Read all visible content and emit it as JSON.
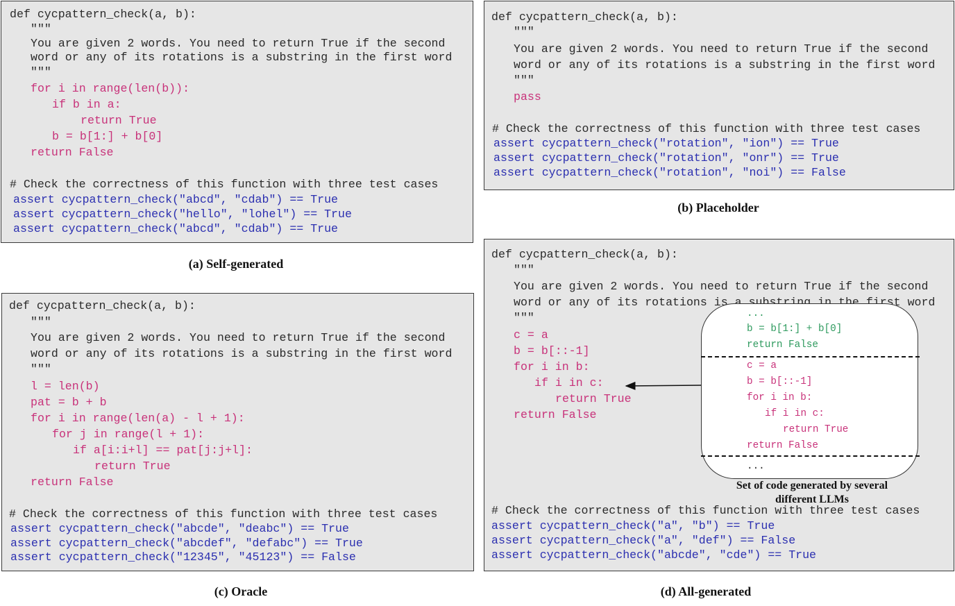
{
  "panels": [
    {
      "id": "a",
      "caption": "(a) Self-generated",
      "lines": [
        {
          "text": "def cycpattern_check(a, b):",
          "color": "default"
        },
        {
          "text": "\"\"\"",
          "color": "default"
        },
        {
          "text": "You are given 2 words. You need to return True if the second",
          "color": "default"
        },
        {
          "text": "word or any of its rotations is a substring in the first word",
          "color": "default"
        },
        {
          "text": "\"\"\"",
          "color": "default"
        },
        {
          "text": "for i in range(len(b)):",
          "color": "pink"
        },
        {
          "text": "if b in a:",
          "color": "pink"
        },
        {
          "text": "return True",
          "color": "pink"
        },
        {
          "text": "b = b[1:] + b[0]",
          "color": "pink"
        },
        {
          "text": "return False",
          "color": "pink"
        },
        {
          "text": "# Check the correctness of this function with three test cases",
          "color": "default"
        },
        {
          "text": "assert cycpattern_check(\"abcd\", \"cdab\") == True",
          "color": "blue"
        },
        {
          "text": "assert cycpattern_check(\"hello\", \"lohel\") == True",
          "color": "blue"
        },
        {
          "text": "assert cycpattern_check(\"abcd\", \"cdab\") == True",
          "color": "blue"
        }
      ]
    },
    {
      "id": "b",
      "caption": "(b) Placeholder",
      "lines": [
        {
          "text": "def cycpattern_check(a, b):",
          "color": "default"
        },
        {
          "text": "\"\"\"",
          "color": "default"
        },
        {
          "text": "You are given 2 words. You need to return True if the second",
          "color": "default"
        },
        {
          "text": "word or any of its rotations is a substring in the first word",
          "color": "default"
        },
        {
          "text": "\"\"\"",
          "color": "default"
        },
        {
          "text": "pass",
          "color": "pink"
        },
        {
          "text": "# Check the correctness of this function with three test cases",
          "color": "default"
        },
        {
          "text": "assert cycpattern_check(\"rotation\", \"ion\") == True",
          "color": "blue"
        },
        {
          "text": "assert cycpattern_check(\"rotation\", \"onr\") == True",
          "color": "blue"
        },
        {
          "text": "assert cycpattern_check(\"rotation\", \"noi\") == False",
          "color": "blue"
        }
      ]
    },
    {
      "id": "c",
      "caption": "(c) Oracle",
      "lines": [
        {
          "text": "def cycpattern_check(a, b):",
          "color": "default"
        },
        {
          "text": "\"\"\"",
          "color": "default"
        },
        {
          "text": "You are given 2 words. You need to return True if the second",
          "color": "default"
        },
        {
          "text": "word or any of its rotations is a substring in the first word",
          "color": "default"
        },
        {
          "text": "\"\"\"",
          "color": "default"
        },
        {
          "text": "l = len(b)",
          "color": "pink"
        },
        {
          "text": "pat = b + b",
          "color": "pink"
        },
        {
          "text": "for i in range(len(a) - l + 1):",
          "color": "pink"
        },
        {
          "text": "for j in range(l + 1):",
          "color": "pink"
        },
        {
          "text": "if a[i:i+l] == pat[j:j+l]:",
          "color": "pink"
        },
        {
          "text": "return True",
          "color": "pink"
        },
        {
          "text": "return False",
          "color": "pink"
        },
        {
          "text": "# Check the correctness of this function with three test cases",
          "color": "default"
        },
        {
          "text": "assert cycpattern_check(\"abcde\", \"deabc\") == True",
          "color": "blue"
        },
        {
          "text": "assert cycpattern_check(\"abcdef\", \"defabc\") == True",
          "color": "blue"
        },
        {
          "text": "assert cycpattern_check(\"12345\", \"45123\") == False",
          "color": "blue"
        }
      ]
    },
    {
      "id": "d",
      "caption": "(d) All-generated",
      "lines": [
        {
          "text": "def cycpattern_check(a, b):",
          "color": "default"
        },
        {
          "text": "\"\"\"",
          "color": "default"
        },
        {
          "text": "You are given 2 words. You need to return True if the second",
          "color": "default"
        },
        {
          "text": "word or any of its rotations is a substring in the first word",
          "color": "default"
        },
        {
          "text": "\"\"\"",
          "color": "default"
        },
        {
          "text": "c = a",
          "color": "pink"
        },
        {
          "text": "b = b[::-1]",
          "color": "pink"
        },
        {
          "text": "for i in b:",
          "color": "pink"
        },
        {
          "text": "if i in c:",
          "color": "pink"
        },
        {
          "text": "return True",
          "color": "pink"
        },
        {
          "text": "return False",
          "color": "pink"
        },
        {
          "text": "# Check the correctness of this function with three test cases",
          "color": "default"
        },
        {
          "text": "assert cycpattern_check(\"a\", \"b\") == True",
          "color": "blue"
        },
        {
          "text": "assert cycpattern_check(\"a\", \"def\") == False",
          "color": "blue"
        },
        {
          "text": "assert cycpattern_check(\"abcde\", \"cde\") == True",
          "color": "blue"
        }
      ]
    }
  ],
  "overlay": {
    "caption": "Set of code generated by several different LLMs",
    "lines": [
      {
        "text": "...",
        "color": "green"
      },
      {
        "text": "b = b[1:] + b[0]",
        "color": "green"
      },
      {
        "text": "return False",
        "color": "green"
      },
      {
        "text": "c = a",
        "color": "pink"
      },
      {
        "text": "b = b[::-1]",
        "color": "pink"
      },
      {
        "text": "for i in b:",
        "color": "pink"
      },
      {
        "text": "if i in c:",
        "color": "pink"
      },
      {
        "text": "return True",
        "color": "pink"
      },
      {
        "text": "return False",
        "color": "pink"
      },
      {
        "text": "...",
        "color": "default"
      }
    ]
  },
  "colors": {
    "panel_bg": "#e6e6e6",
    "keyword_pink": "#c8327a",
    "assert_blue": "#2b2fb0",
    "alt_green": "#2e9a5e"
  }
}
